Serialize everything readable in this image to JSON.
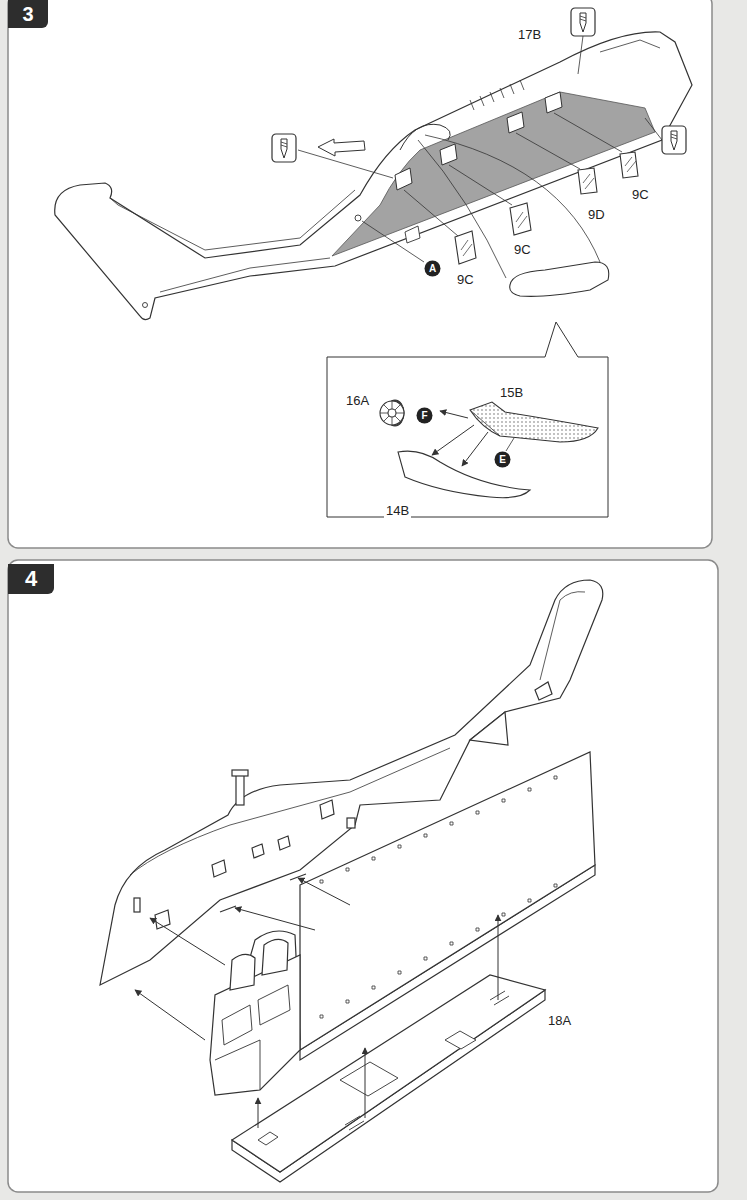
{
  "diagram": {
    "nodes": [
      {
        "text": [
          "3"
        ]
      },
      {
        "text": [
          "A"
        ]
      },
      {
        "text": [
          "F"
        ]
      },
      {
        "text": [
          "E"
        ]
      },
      {
        "text": [
          "4"
        ]
      }
    ],
    "labels": [
      "17B",
      "9C",
      "9D",
      "9C",
      "9C",
      "16A",
      "15B",
      "14B",
      "18A"
    ]
  }
}
